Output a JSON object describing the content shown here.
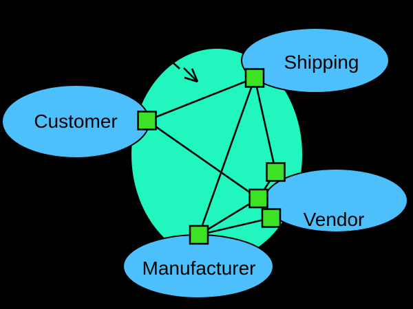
{
  "diagram": {
    "nodes": {
      "customer": {
        "label": "Customer"
      },
      "shipping": {
        "label": "Shipping"
      },
      "vendor": {
        "label": "Vendor"
      },
      "manufacturer": {
        "label": "Manufacturer"
      }
    },
    "connections": [
      "customer-port — shipping-port",
      "customer-port — vendor-middle-port",
      "shipping-port — manufacturer-port",
      "shipping-port — vendor-upper-port",
      "vendor-middle-port — manufacturer-port",
      "vendor-lower-port — manufacturer-port",
      "vendor-upper-port — vendor-middle-port"
    ],
    "annotations": [
      "dashed-open-arrow pointing down-right into hub"
    ],
    "colors": {
      "background": "#000000",
      "hub_fill": "#20F6BE",
      "node_fill": "#4DC0FC",
      "port_fill": "#3DE125",
      "line": "#000000",
      "text": "#000000"
    }
  }
}
